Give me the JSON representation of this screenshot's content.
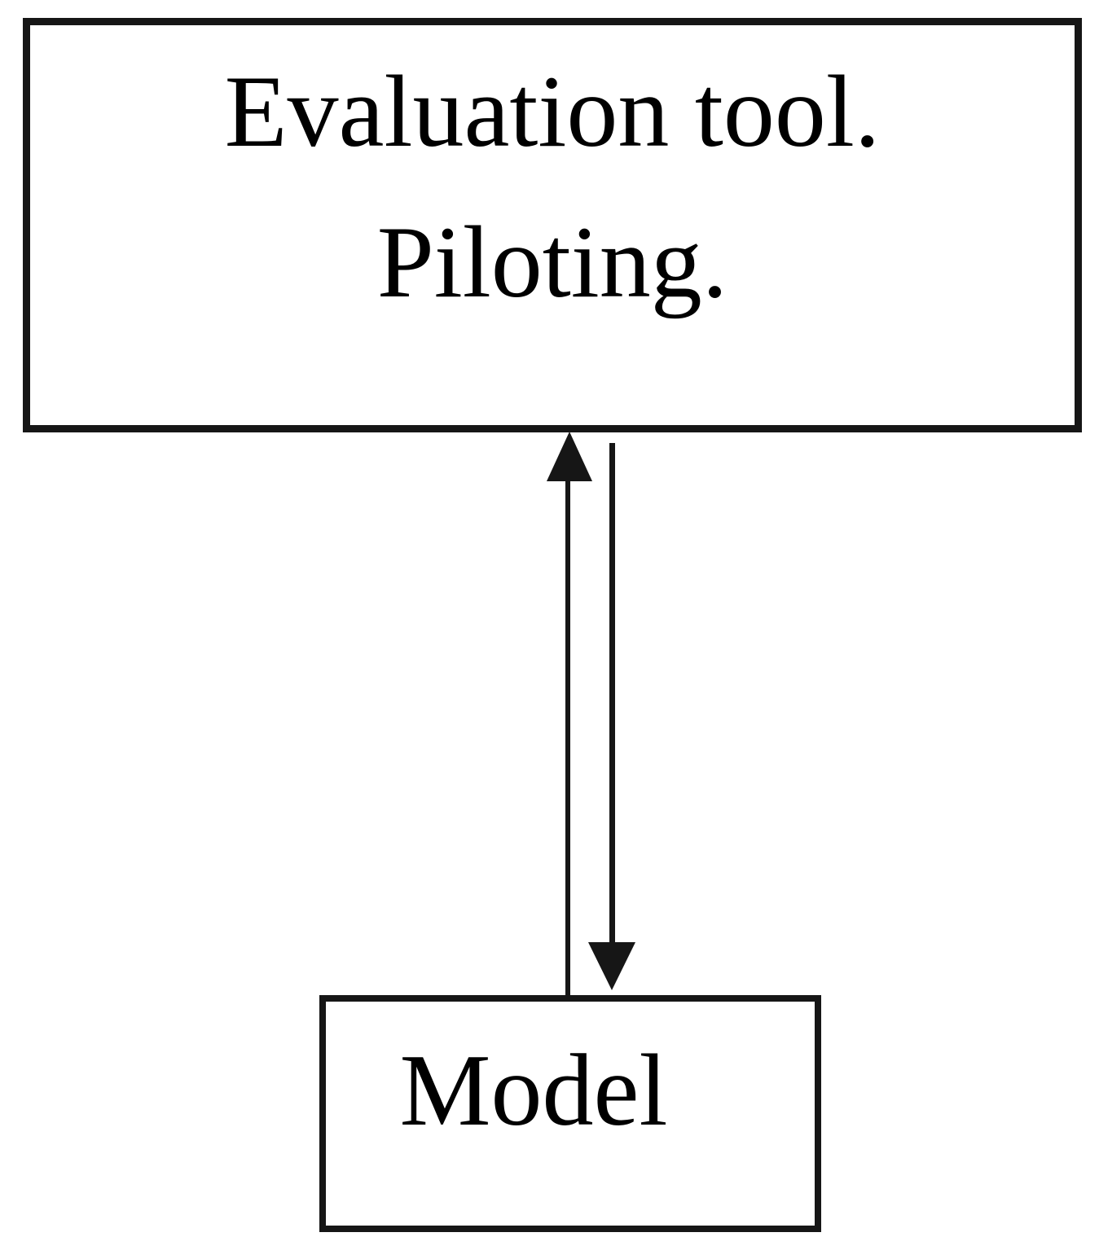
{
  "diagram": {
    "type": "flow-diagram",
    "background_color": "#ffffff",
    "stroke_color": "#161616",
    "text_color": "#000000",
    "top_box": {
      "id": "evaluation-tool",
      "line1": "Evaluation tool.",
      "line2": "Piloting."
    },
    "model_box": {
      "id": "model",
      "label": "Model"
    },
    "edges": [
      {
        "name": "model-to-evaluation-arrow",
        "from": "model",
        "to": "evaluation-tool",
        "direction": "up",
        "style": "solid-line-filled-arrowhead"
      },
      {
        "name": "evaluation-to-model-arrow",
        "from": "evaluation-tool",
        "to": "model",
        "direction": "down",
        "style": "solid-line-filled-arrowhead"
      }
    ]
  }
}
